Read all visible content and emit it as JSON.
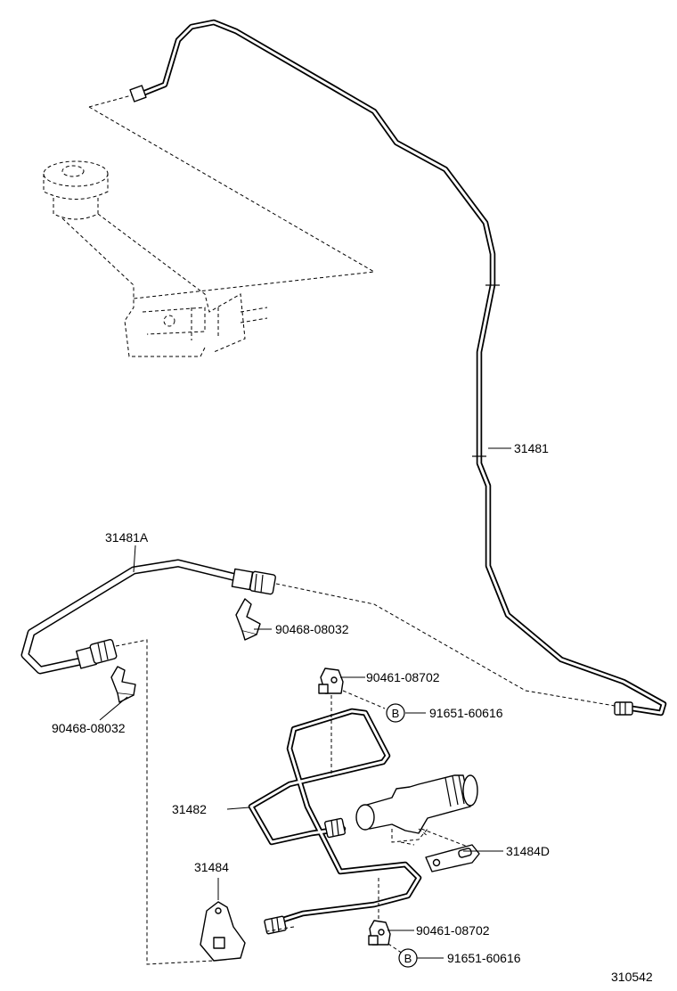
{
  "labels": {
    "p31481": "31481",
    "p31481A": "31481A",
    "clip_upper": "90468-08032",
    "clip_left": "90468-08032",
    "bolt_upper": "90461-08702",
    "ref_upper": "91651-60616",
    "p31482": "31482",
    "p31484D": "31484D",
    "p31484": "31484",
    "bolt_lower": "90461-08702",
    "ref_lower": "91651-60616",
    "diagram_id": "310542"
  },
  "markers": {
    "b_upper": "B",
    "b_lower": "B"
  }
}
